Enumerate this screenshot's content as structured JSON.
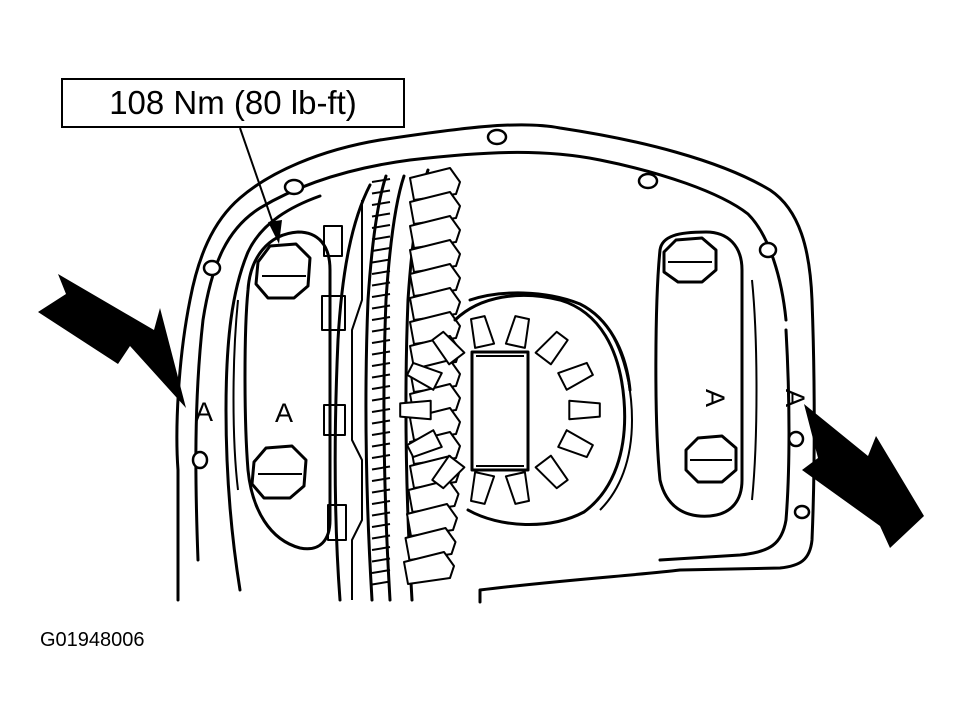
{
  "callout": {
    "torque": "108 Nm (80 lb-ft)"
  },
  "markers": {
    "letter": "A"
  },
  "figure_id": "G01948006"
}
